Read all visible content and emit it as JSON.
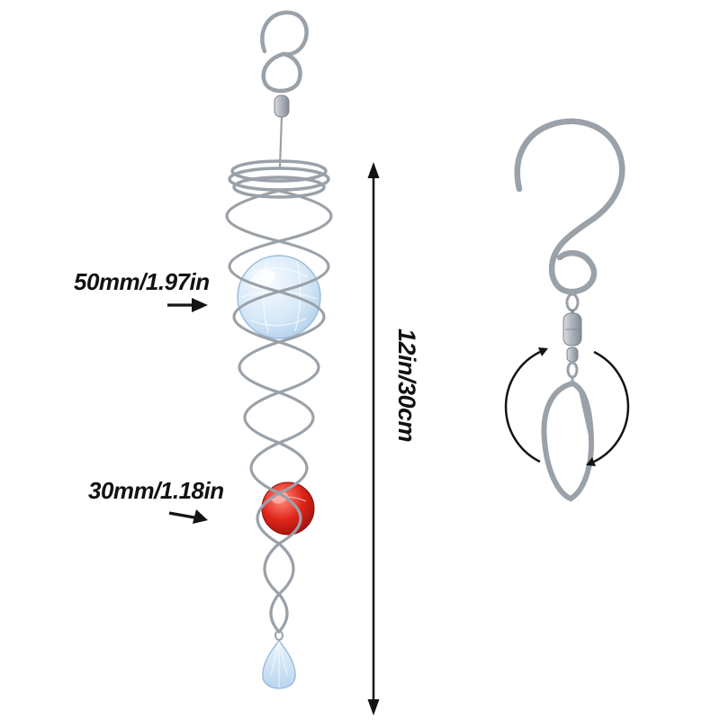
{
  "product": {
    "length_label": "12in/30cm",
    "large_ball_label": "50mm/1.97in",
    "small_ball_label": "30mm/1.18in"
  },
  "colors": {
    "wire": "#9aa1a8",
    "wire_dark": "#7d848b",
    "annotation": "#141414",
    "large_ball": "#cfe4f6",
    "small_ball": "#dd2013",
    "pendant": "#cfe2f4"
  },
  "graphics": {
    "spinner": "spiral-tail-wind-spinner",
    "hook_top": "hanging-hook-icon",
    "large_ball": "large-crystal-ball",
    "small_ball": "small-crystal-ball",
    "pendant": "teardrop-crystal-pendant",
    "s_hook": "s-shaped-swivel-hook-icon",
    "clip": "snap-clip-icon",
    "rotation": "rotation-arrows-icon"
  }
}
